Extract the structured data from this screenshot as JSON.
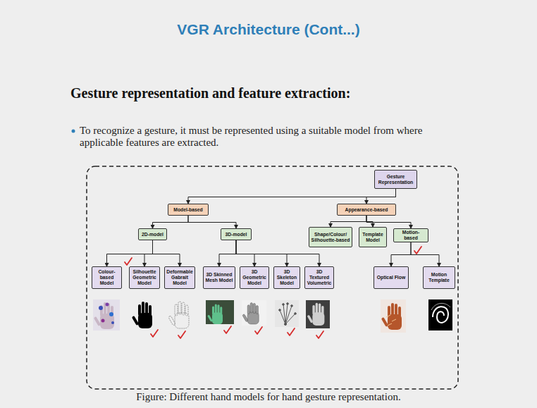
{
  "diagram": {
    "title": "VGR Architecture (Cont...)",
    "caption": "Figure: Different hand models for hand gesture representation.",
    "nodes": [
      {
        "text": [
          "Gesture Representation"
        ]
      },
      {
        "text": [
          "Model-based"
        ]
      },
      {
        "text": [
          "Appearance-based"
        ]
      },
      {
        "text": [
          "2D-model"
        ]
      },
      {
        "text": [
          "3D-model"
        ]
      },
      {
        "text": [
          "Shape/Colour/ Silhouette-based"
        ]
      },
      {
        "text": [
          "Template Model"
        ]
      },
      {
        "text": [
          "Motion-based"
        ]
      },
      {
        "text": [
          "Colour-based Model"
        ]
      },
      {
        "text": [
          "Silhouette Geometric Model"
        ]
      },
      {
        "text": [
          "Deformable Gabrait Model"
        ]
      },
      {
        "text": [
          "3D Skinned Mesh Model"
        ]
      },
      {
        "text": [
          "3D Geometric Model"
        ]
      },
      {
        "text": [
          "3D Skeleton Model"
        ]
      },
      {
        "text": [
          "3D Textured Volumetric"
        ]
      },
      {
        "text": [
          "Optical Flow"
        ]
      },
      {
        "text": [
          "Motion Template"
        ]
      }
    ],
    "edges": [
      {
        "from": 0,
        "to": 1,
        "arrow": "to"
      },
      {
        "from": 0,
        "to": 2,
        "arrow": "to"
      },
      {
        "from": 1,
        "to": 3,
        "arrow": "to"
      },
      {
        "from": 1,
        "to": 4,
        "arrow": "to"
      },
      {
        "from": 2,
        "to": 5,
        "arrow": "to"
      },
      {
        "from": 2,
        "to": 6,
        "arrow": "to"
      },
      {
        "from": 2,
        "to": 7,
        "arrow": "to"
      },
      {
        "from": 3,
        "to": 8,
        "arrow": "to"
      },
      {
        "from": 3,
        "to": 9,
        "arrow": "to"
      },
      {
        "from": 3,
        "to": 10,
        "arrow": "to"
      },
      {
        "from": 4,
        "to": 11,
        "arrow": "to"
      },
      {
        "from": 4,
        "to": 12,
        "arrow": "to"
      },
      {
        "from": 4,
        "to": 13,
        "arrow": "to"
      },
      {
        "from": 4,
        "to": 14,
        "arrow": "to"
      },
      {
        "from": 7,
        "to": 15,
        "arrow": "to"
      },
      {
        "from": 7,
        "to": 16,
        "arrow": "to"
      }
    ],
    "labels": [
      "Gesture representation and feature extraction:",
      "To recognize a gesture, it must be represented using a suitable model from where applicable features are extracted."
    ]
  }
}
